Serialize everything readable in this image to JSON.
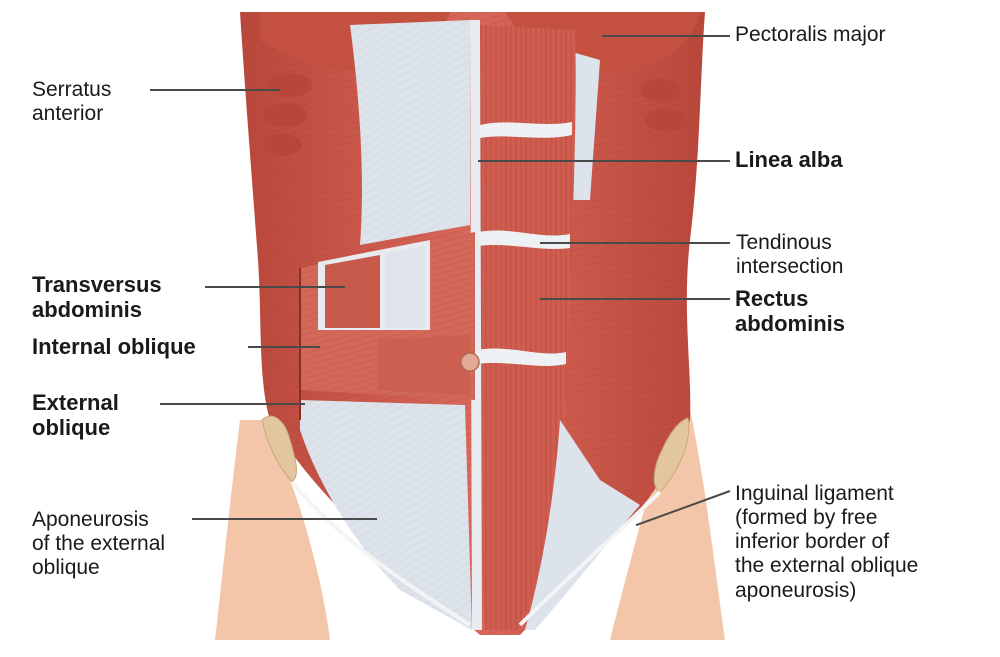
{
  "colors": {
    "muscle": "#c9584a",
    "muscle_dark": "#a53a30",
    "muscle_light": "#e07a68",
    "aponeurosis": "#dde3ea",
    "skin": "#f3c6a9",
    "bone": "#e2c79e",
    "leader": "#4a4a4a"
  },
  "labels": {
    "pectoralis_major": "Pectoralis major",
    "serratus_anterior_1": "Serratus",
    "serratus_anterior_2": "anterior",
    "linea_alba": "Linea alba",
    "tendinous_intersection_1": "Tendinous",
    "tendinous_intersection_2": "intersection",
    "rectus_abdominis_1": "Rectus",
    "rectus_abdominis_2": "abdominis",
    "transversus_abdominis_1": "Transversus",
    "transversus_abdominis_2": "abdominis",
    "internal_oblique": "Internal oblique",
    "external_oblique_1": "External",
    "external_oblique_2": "oblique",
    "aponeurosis_1": "Aponeurosis",
    "aponeurosis_2": "of the external",
    "aponeurosis_3": "oblique",
    "inguinal_1": "Inguinal ligament",
    "inguinal_2": "(formed by free",
    "inguinal_3": "inferior border of",
    "inguinal_4": "the external oblique",
    "inguinal_5": "aponeurosis)"
  }
}
